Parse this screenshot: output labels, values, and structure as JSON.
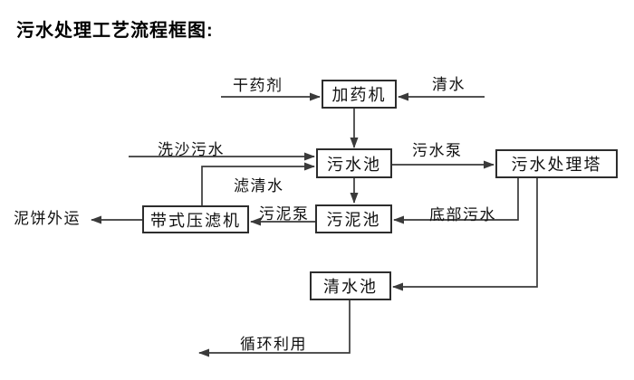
{
  "title": "污水处理工艺流程框图:",
  "nodes": {
    "dosing_machine": "加药机",
    "sewage_pool": "污水池",
    "treatment_tower": "污水处理塔",
    "sludge_pool": "污泥池",
    "belt_filter_press": "带式压滤机",
    "clean_water_pool": "清水池"
  },
  "edge_labels": {
    "dry_agent": "干药剂",
    "clean_water": "清水",
    "sand_washing_sewage": "洗沙污水",
    "sewage_pump": "污水泵",
    "filtered_water": "滤清水",
    "mud_cake_outbound": "泥饼外运",
    "sludge_pump": "污泥泵",
    "bottom_sewage": "底部污水",
    "recycling": "循环利用"
  },
  "flows": [
    {
      "label": "干药剂",
      "to": "加药机"
    },
    {
      "label": "清水",
      "to": "加药机"
    },
    {
      "from": "加药机",
      "to": "污水池"
    },
    {
      "label": "洗沙污水",
      "to": "污水池"
    },
    {
      "from": "带式压滤机",
      "label": "滤清水",
      "to": "污水池"
    },
    {
      "from": "污水池",
      "label": "污水泵",
      "to": "污水处理塔"
    },
    {
      "from": "污水池",
      "to": "污泥池"
    },
    {
      "from": "污水处理塔",
      "label": "底部污水",
      "to": "污泥池"
    },
    {
      "from": "污泥池",
      "label": "污泥泵",
      "to": "带式压滤机"
    },
    {
      "from": "带式压滤机",
      "label": "泥饼外运",
      "to": "外运"
    },
    {
      "from": "污水处理塔",
      "to": "清水池"
    },
    {
      "from": "清水池",
      "label": "循环利用",
      "to": "循环利用"
    }
  ],
  "colors": {
    "background": "#ffffff",
    "line": "#3a3a3a",
    "box_border": "#2d2d2d",
    "text": "#000000"
  }
}
